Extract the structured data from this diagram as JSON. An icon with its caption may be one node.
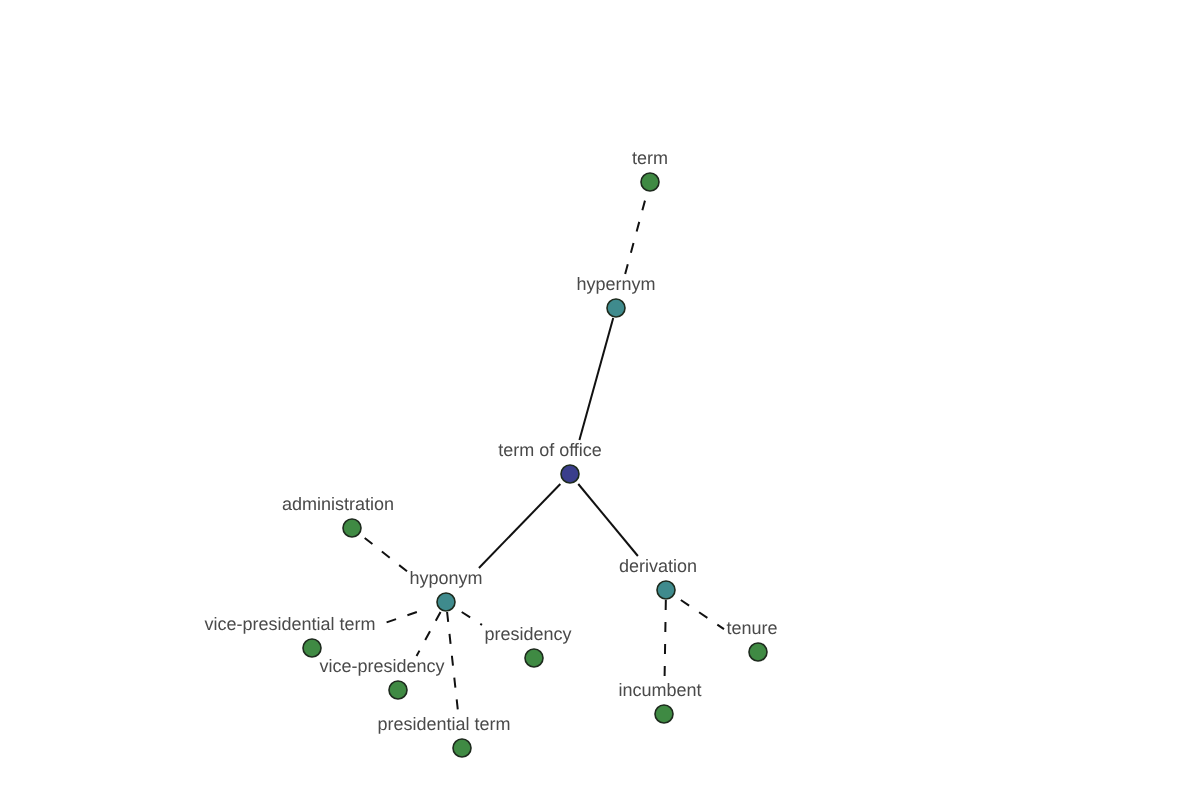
{
  "diagram": {
    "nodes": [
      {
        "text": [
          "term"
        ]
      },
      {
        "text": [
          "hypernym"
        ]
      },
      {
        "text": [
          "term of office"
        ]
      },
      {
        "text": [
          "administration"
        ]
      },
      {
        "text": [
          "derivation"
        ]
      },
      {
        "text": [
          "hyponym"
        ]
      },
      {
        "text": [
          "vice-presidential term"
        ]
      },
      {
        "text": [
          "presidency"
        ]
      },
      {
        "text": [
          "tenure"
        ]
      },
      {
        "text": [
          "vice-presidency"
        ]
      },
      {
        "text": [
          "incumbent"
        ]
      },
      {
        "text": [
          "presidential term"
        ]
      }
    ],
    "edges": [
      {
        "from": 2,
        "to": 1,
        "arrow": "none"
      },
      {
        "from": 1,
        "to": 0,
        "arrow": "none",
        "style": "dashed"
      },
      {
        "from": 2,
        "to": 5,
        "arrow": "none"
      },
      {
        "from": 2,
        "to": 4,
        "arrow": "none"
      },
      {
        "from": 5,
        "to": 3,
        "arrow": "none",
        "style": "dashed"
      },
      {
        "from": 5,
        "to": 6,
        "arrow": "none",
        "style": "dashed"
      },
      {
        "from": 5,
        "to": 9,
        "arrow": "none",
        "style": "dashed"
      },
      {
        "from": 5,
        "to": 11,
        "arrow": "none",
        "style": "dashed"
      },
      {
        "from": 5,
        "to": 7,
        "arrow": "none",
        "style": "dashed"
      },
      {
        "from": 4,
        "to": 10,
        "arrow": "none",
        "style": "dashed"
      },
      {
        "from": 4,
        "to": 8,
        "arrow": "none",
        "style": "dashed"
      }
    ]
  }
}
